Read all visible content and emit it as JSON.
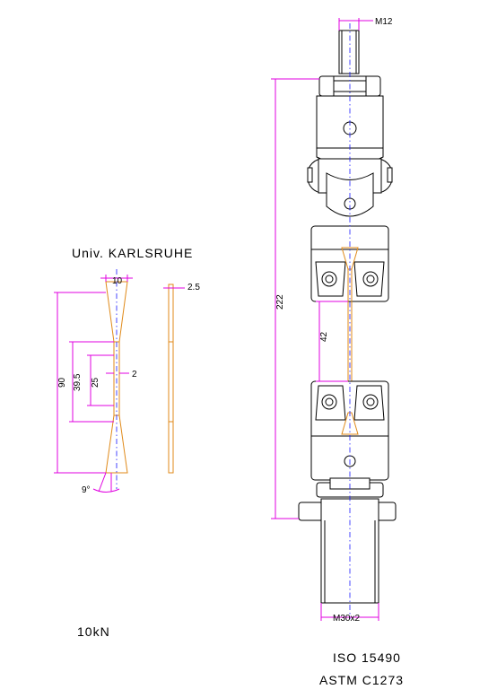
{
  "title": "Univ. KARLSRUHE",
  "load": "10kN",
  "standards": [
    "ISO 15490",
    "ASTM C1273"
  ],
  "specimen": {
    "width_label": "10",
    "thickness_label": "2.5",
    "length_label": "90",
    "reduced_length_label": "39.5",
    "gauge_length_label": "25",
    "gauge_width_label": "2",
    "angle_label": "9°"
  },
  "fixture": {
    "top_thread": "M12",
    "overall_length": "222",
    "grip_spacing": "42",
    "bottom_thread": "M30x2"
  },
  "colors": {
    "dimension": "#e000e0",
    "specimen": "#e08a1a",
    "centerline": "#1a1aff",
    "outline": "#000000"
  }
}
